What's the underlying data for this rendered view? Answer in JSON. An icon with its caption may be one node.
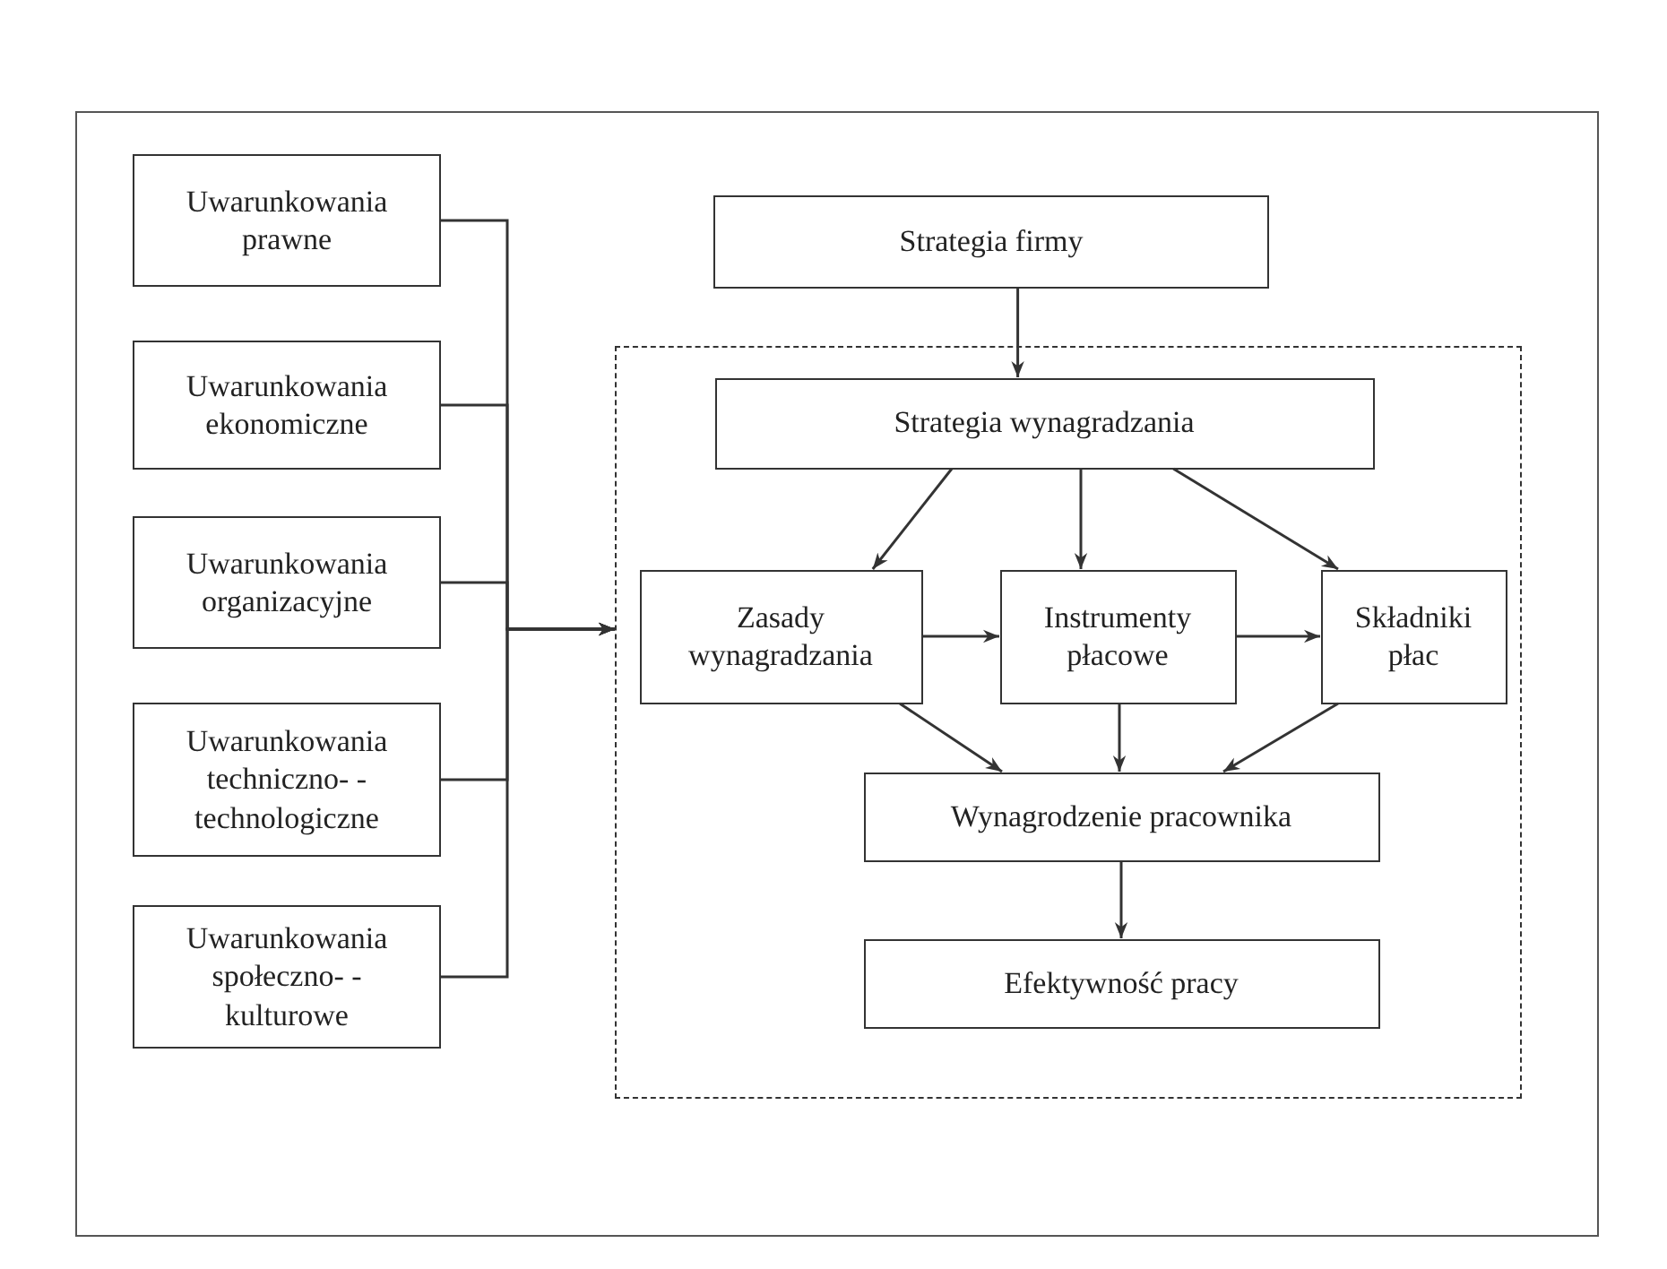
{
  "diagram": {
    "nodes": [
      {
        "text": [
          "Uwarunkowania prawne"
        ]
      },
      {
        "text": [
          "Uwarunkowania ekonomiczne"
        ]
      },
      {
        "text": [
          "Uwarunkowania organizacyjne"
        ]
      },
      {
        "text": [
          "Uwarunkowania techniczno- -technologiczne"
        ]
      },
      {
        "text": [
          "Uwarunkowania społeczno- -kulturowe"
        ]
      },
      {
        "text": [
          "Strategia firmy"
        ]
      },
      {
        "text": [],
        "shape": "box"
      },
      {
        "text": [
          "Strategia wynagradzania"
        ],
        "in": 6
      },
      {
        "text": [
          "Zasady wynagradzania"
        ],
        "in": 6
      },
      {
        "text": [
          "Instrumenty płacowe"
        ],
        "in": 6
      },
      {
        "text": [
          "Składniki płac"
        ],
        "in": 6
      },
      {
        "text": [
          "Wynagrodzenie pracownika"
        ],
        "in": 6
      },
      {
        "text": [
          "Efektywność pracy"
        ],
        "in": 6
      }
    ],
    "edges": [
      {
        "from": 0,
        "to": 6,
        "arrow": "to"
      },
      {
        "from": 1,
        "to": 6,
        "arrow": "to"
      },
      {
        "from": 2,
        "to": 6,
        "arrow": "to"
      },
      {
        "from": 3,
        "to": 6,
        "arrow": "to"
      },
      {
        "from": 4,
        "to": 6,
        "arrow": "to"
      },
      {
        "from": 5,
        "to": 7,
        "arrow": "to"
      },
      {
        "from": 7,
        "to": 8,
        "arrow": "to"
      },
      {
        "from": 7,
        "to": 9,
        "arrow": "to"
      },
      {
        "from": 7,
        "to": 10,
        "arrow": "to"
      },
      {
        "from": 8,
        "to": 9,
        "arrow": "to"
      },
      {
        "from": 9,
        "to": 10,
        "arrow": "to"
      },
      {
        "from": 8,
        "to": 11,
        "arrow": "to"
      },
      {
        "from": 9,
        "to": 11,
        "arrow": "to"
      },
      {
        "from": 10,
        "to": 11,
        "arrow": "to"
      },
      {
        "from": 11,
        "to": 12,
        "arrow": "to"
      }
    ]
  }
}
